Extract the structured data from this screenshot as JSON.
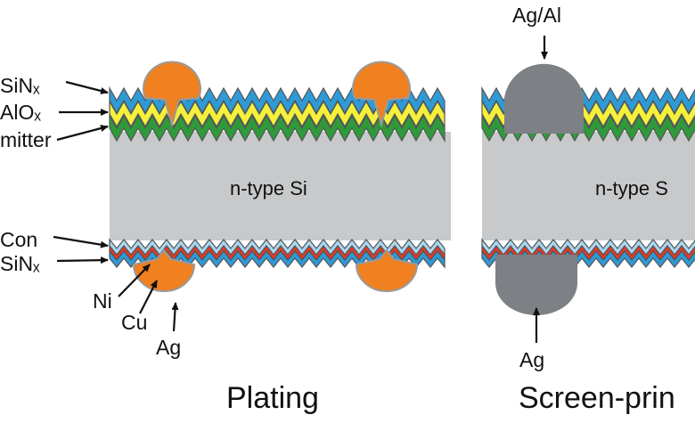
{
  "labels": {
    "sinx_top": "SiNₓ",
    "alox": "AlOₓ",
    "emitter": "mitter",
    "con": "Con",
    "sinx_bottom": "SiNₓ",
    "ni": "Ni",
    "cu": "Cu",
    "ag_left": "Ag",
    "ag_al": "Ag/Al",
    "ag_right": "Ag",
    "core_left": "n-type Si",
    "core_right": "n-type S"
  },
  "titles": {
    "plating": "Plating",
    "screen": "Screen-prin"
  },
  "colors": {
    "sinx": "#2e9ad6",
    "alox": "#f4f03c",
    "emitter": "#2f9a3a",
    "silicon": "#c7c9cb",
    "con": "#a8d8f2",
    "red_layer": "#e03a2a",
    "plating_metal": "#f08020",
    "screen_metal": "#7d8084",
    "outline": "#555555"
  }
}
